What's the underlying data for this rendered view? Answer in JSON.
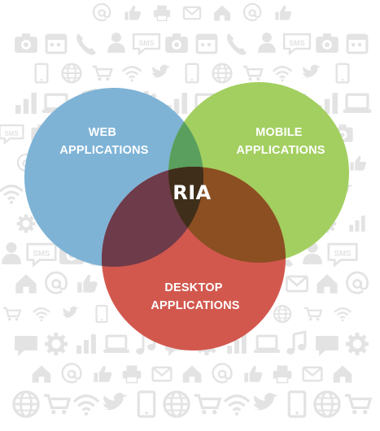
{
  "diagram": {
    "circles": [
      {
        "id": "web",
        "lines": [
          "WEB",
          "APPLICATIONS"
        ],
        "color": "#7eb3d6"
      },
      {
        "id": "mobile",
        "lines": [
          "MOBILE",
          "APPLICATIONS"
        ],
        "color": "#a3cf60"
      },
      {
        "id": "desktop",
        "lines": [
          "DESKTOP",
          "APPLICATIONS"
        ],
        "color": "#d2584e"
      }
    ],
    "overlaps": {
      "web_mobile": "#5a9f5e",
      "web_desktop": "#6e3b4a",
      "mobile_desktop": "#8b4f22",
      "center": "#3f2e1a"
    },
    "center_label": "RIA",
    "background_icons": "#e3e3e3",
    "icon_set": [
      "globe-icon",
      "envelope-icon",
      "phone-icon",
      "chat-icon",
      "cart-icon",
      "house-icon",
      "person-icon",
      "gear-icon",
      "wifi-icon",
      "at-icon",
      "sms-icon",
      "bar-chart-icon",
      "bird-icon",
      "thumbs-up-icon",
      "camera-icon",
      "laptop-icon",
      "tablet-icon",
      "printer-icon",
      "calendar-icon",
      "music-icon"
    ],
    "sms_text": "SMS"
  }
}
